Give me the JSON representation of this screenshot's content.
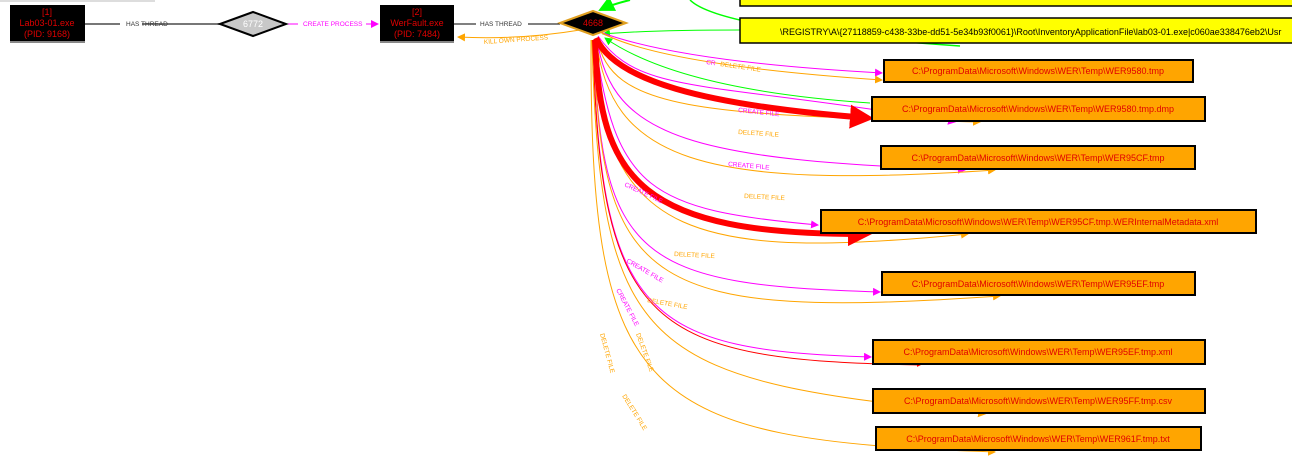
{
  "processes": [
    {
      "id": "[1]",
      "name": "Lab03-01.exe",
      "pid": "(PID: 9168)"
    },
    {
      "id": "[2]",
      "name": "WerFault.exe",
      "pid": "(PID: 7484)"
    }
  ],
  "threads": [
    "6772",
    "4668"
  ],
  "registry": [
    "\\REGISTRY\\A\\{27118859-c438-33be-dd51-5e34b93f0061}\\Root\\InventoryApplicationFile\\lab03-01.exe|c060ae338476eb2\\Usr"
  ],
  "files": [
    "C:\\ProgramData\\Microsoft\\Windows\\WER\\Temp\\WER9580.tmp",
    "C:\\ProgramData\\Microsoft\\Windows\\WER\\Temp\\WER9580.tmp.dmp",
    "C:\\ProgramData\\Microsoft\\Windows\\WER\\Temp\\WER95CF.tmp",
    "C:\\ProgramData\\Microsoft\\Windows\\WER\\Temp\\WER95CF.tmp.WERInternalMetadata.xml",
    "C:\\ProgramData\\Microsoft\\Windows\\WER\\Temp\\WER95EF.tmp",
    "C:\\ProgramData\\Microsoft\\Windows\\WER\\Temp\\WER95EF.tmp.xml",
    "C:\\ProgramData\\Microsoft\\Windows\\WER\\Temp\\WER95FF.tmp.csv",
    "C:\\ProgramData\\Microsoft\\Windows\\WER\\Temp\\WER961F.tmp.txt"
  ],
  "edge_labels": {
    "has_thread": "HAS THREAD",
    "create_process": "CREATE PROCESS",
    "kill_own_process": "KILL OWN PROCESS",
    "create_file": "CREATE FILE",
    "delete_file": "DELETE FILE",
    "cr": "CR"
  },
  "colors": {
    "process_bg": "#000000",
    "process_text": "#e00000",
    "file_bg": "#ffa500",
    "registry_bg": "#ffff00",
    "create": "#ff00ff",
    "delete": "#ffa500",
    "write": "#ff0000",
    "registry_edge": "#00ff00"
  }
}
